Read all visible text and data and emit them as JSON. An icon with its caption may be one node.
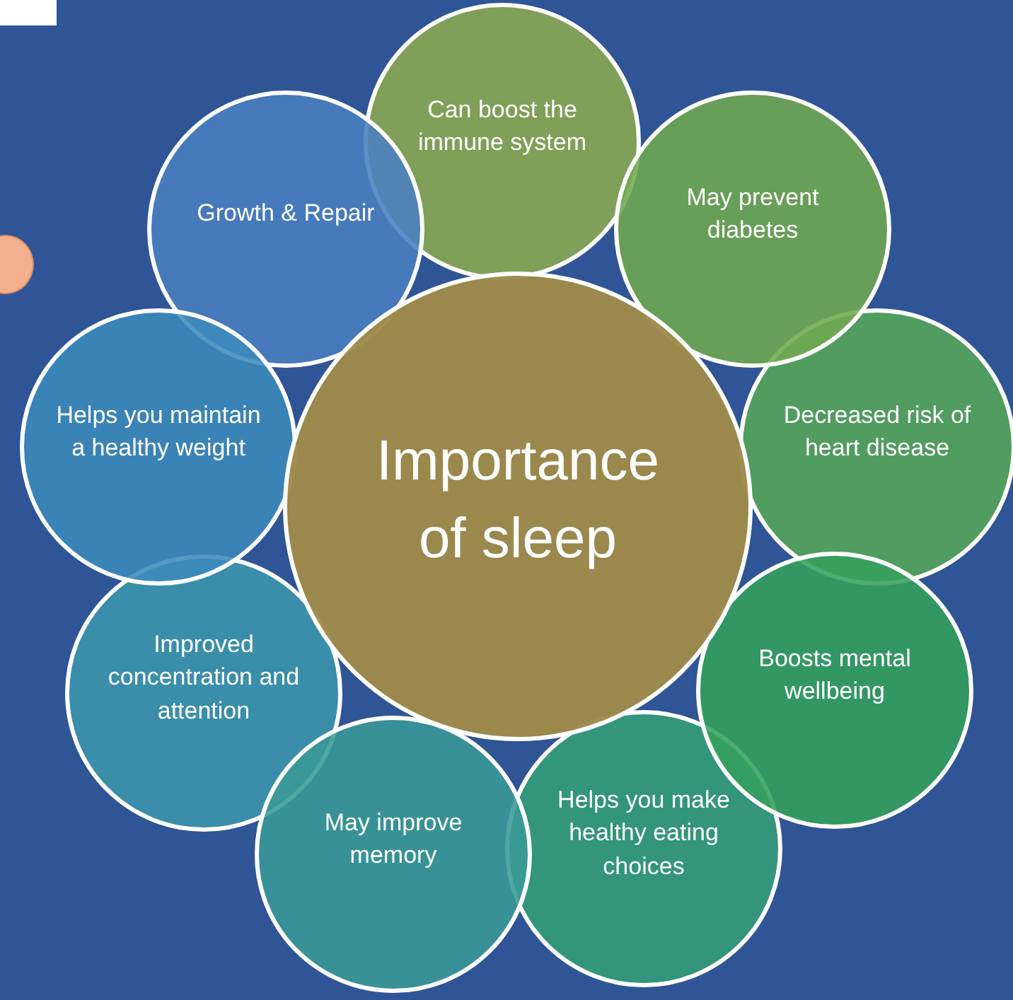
{
  "diagram": {
    "nodes": [
      {
        "text": [
          "Importance of sleep"
        ]
      },
      {
        "text": [
          "Can boost the immune system"
        ]
      },
      {
        "text": [
          "May prevent diabetes"
        ]
      },
      {
        "text": [
          "Decreased risk of heart disease"
        ]
      },
      {
        "text": [
          "Boosts mental wellbeing"
        ]
      },
      {
        "text": [
          "Helps you make healthy eating choices"
        ]
      },
      {
        "text": [
          "May improve memory"
        ]
      },
      {
        "text": [
          "Improved concentration and attention"
        ]
      },
      {
        "text": [
          "Helps you maintain a healthy weight"
        ]
      },
      {
        "text": [
          "Growth & Repair"
        ]
      }
    ]
  }
}
